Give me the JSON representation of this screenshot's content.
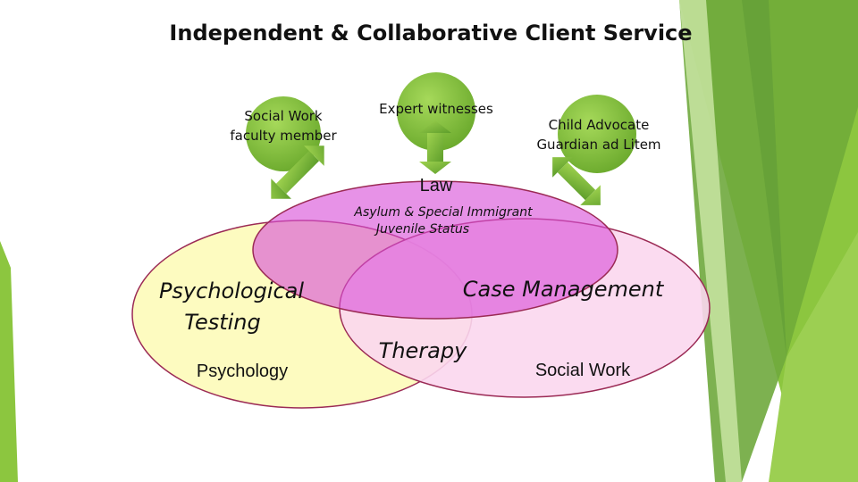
{
  "slide": {
    "title": "Independent & Collaborative Client Service",
    "accent_colors": {
      "green_dark": "#4e9a27",
      "green_mid": "#8cc63f",
      "green_light": "#cde9a8"
    }
  },
  "diagram": {
    "experts": [
      {
        "line1": "Social Work",
        "line2": "faculty member"
      },
      {
        "line1": "Expert witnesses",
        "line2": ""
      },
      {
        "line1": "Child Advocate",
        "line2": "Guardian ad Litem"
      }
    ],
    "circles": {
      "law": {
        "label": "Law",
        "sublabel_line1": "Asylum & Special Immigrant",
        "sublabel_line2": "Juvenile Status",
        "color": "#e07ee6"
      },
      "psychology": {
        "label": "Psychology",
        "sublabel_line1": "Psychological",
        "sublabel_line2": "Testing",
        "color": "#fdfbc0"
      },
      "social_work": {
        "label": "Social Work",
        "sublabel": "Case Management",
        "color": "#fbd7ee"
      },
      "overlap_label": "Therapy"
    }
  }
}
